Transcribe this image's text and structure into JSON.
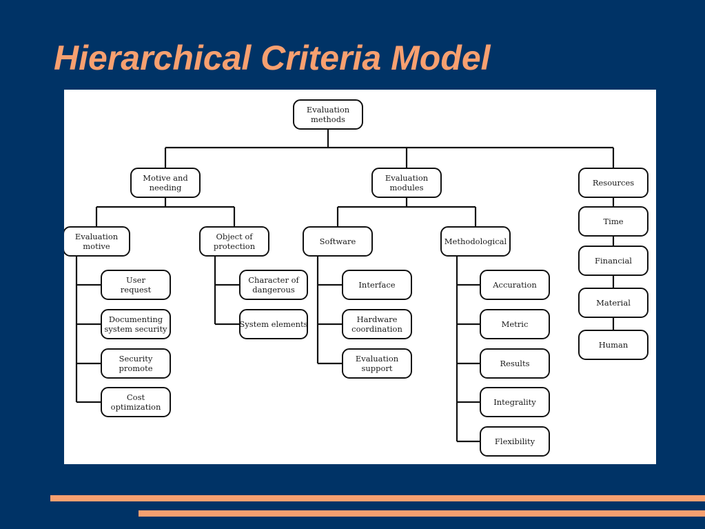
{
  "title": "Hierarchical Criteria Model",
  "colors": {
    "background": "#003366",
    "accent": "#F8A070",
    "panel": "#FFFFFF"
  },
  "tree": {
    "id": "root",
    "label": [
      "Evaluation",
      "methods"
    ],
    "children": [
      {
        "id": "motive-needing",
        "label": [
          "Motive and",
          "needing"
        ],
        "children": [
          {
            "id": "evaluation-motive",
            "label": [
              "Evaluation",
              "motive"
            ],
            "children": [
              {
                "id": "user-request",
                "label": [
                  "User",
                  "request"
                ]
              },
              {
                "id": "documenting-system-security",
                "label": [
                  "Documenting",
                  "system security"
                ]
              },
              {
                "id": "security-promote",
                "label": [
                  "Security",
                  "promote"
                ]
              },
              {
                "id": "cost-optimization",
                "label": [
                  "Cost",
                  "optimization"
                ]
              }
            ]
          },
          {
            "id": "object-of-protection",
            "label": [
              "Object of",
              "protection"
            ],
            "children": [
              {
                "id": "character-of-dangerous",
                "label": [
                  "Character of",
                  "dangerous"
                ]
              },
              {
                "id": "system-elements",
                "label": [
                  "System elements"
                ]
              }
            ]
          }
        ]
      },
      {
        "id": "evaluation-modules",
        "label": [
          "Evaluation",
          "modules"
        ],
        "children": [
          {
            "id": "software",
            "label": [
              "Software"
            ],
            "children": [
              {
                "id": "interface",
                "label": [
                  "Interface"
                ]
              },
              {
                "id": "hardware-coordination",
                "label": [
                  "Hardware",
                  "coordination"
                ]
              },
              {
                "id": "evaluation-support",
                "label": [
                  "Evaluation",
                  "support"
                ]
              }
            ]
          },
          {
            "id": "methodological",
            "label": [
              "Methodological"
            ],
            "children": [
              {
                "id": "accuration",
                "label": [
                  "Accuration"
                ]
              },
              {
                "id": "metric",
                "label": [
                  "Metric"
                ]
              },
              {
                "id": "results",
                "label": [
                  "Results"
                ]
              },
              {
                "id": "integrality",
                "label": [
                  "Integrality"
                ]
              },
              {
                "id": "flexibility",
                "label": [
                  "Flexibility"
                ]
              }
            ]
          }
        ]
      },
      {
        "id": "resources",
        "label": [
          "Resources"
        ],
        "children": [
          {
            "id": "time",
            "label": [
              "Time"
            ]
          },
          {
            "id": "financial",
            "label": [
              "Financial"
            ]
          },
          {
            "id": "material",
            "label": [
              "Material"
            ]
          },
          {
            "id": "human",
            "label": [
              "Human"
            ]
          }
        ]
      }
    ]
  }
}
